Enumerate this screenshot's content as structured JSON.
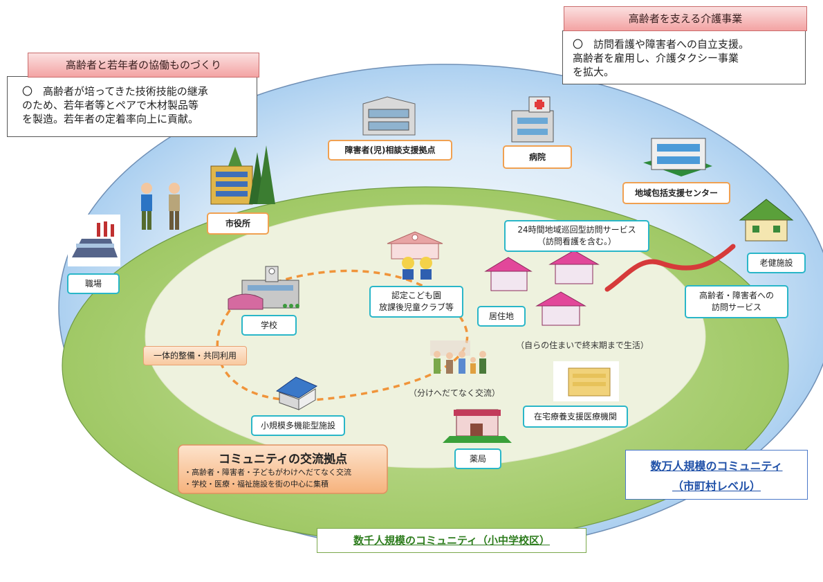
{
  "callouts": {
    "left": {
      "title": "高齢者と若年者の協働ものづくり",
      "body": "〇　高齢者が培ってきた技術技能の継承\nのため、若年者等とペアで木材製品等\nを製造。若年者の定着率向上に貢献。"
    },
    "right": {
      "title": "高齢者を支える介護事業",
      "body": "〇　訪問看護や障害者への自立支援。\n高齢者を雇用し、介護タクシー事業\nを拡大。"
    }
  },
  "facilities": {
    "disability_center": "障害者(児)相談支援拠点",
    "hospital": "病院",
    "regional_support": "地域包括支援センター",
    "city_hall": "市役所",
    "workplace": "職場",
    "nursing_home": "老健施設",
    "visit_24h": "24時間地域巡回型訪問サービス\n（訪問看護を含む。）",
    "nursery": "認定こども園\n放課後児童クラブ等",
    "school": "学校",
    "residence": "居住地",
    "elderly_visit": "高齢者・障害者への\n訪問サービス",
    "home_care_clinic": "在宅療養支援医療機関",
    "small_facility": "小規模多機能型施設",
    "pharmacy": "薬局"
  },
  "notes": {
    "integrated": "一体的整備・共同利用",
    "end_of_life": "（自らの住まいで終末期まで生活）",
    "exchange": "（分けへだてなく交流）"
  },
  "hub": {
    "title": "コミュニティの交流拠点",
    "line1": "・高齢者・障害者・子どもがわけへだてなく交流",
    "line2": "・学校・医療・福祉施設を街の中心に集積"
  },
  "communities": {
    "outer_line1": "数万人規模のコミュニティ",
    "outer_line2": "（市町村レベル）",
    "inner": "数千人規模のコミュニティ（小中学校区）"
  },
  "colors": {
    "outer_ellipse": "#b9d7f2",
    "inner_ellipse": "#a8cf72",
    "center_ellipse": "#eef2de",
    "orange_border": "#f0a050",
    "cyan_border": "#29b6c8",
    "dashed_link": "#f0943a",
    "visit_curve": "#d63a3a",
    "community_text": "#1f50a8",
    "inner_text": "#2e7d1e"
  }
}
